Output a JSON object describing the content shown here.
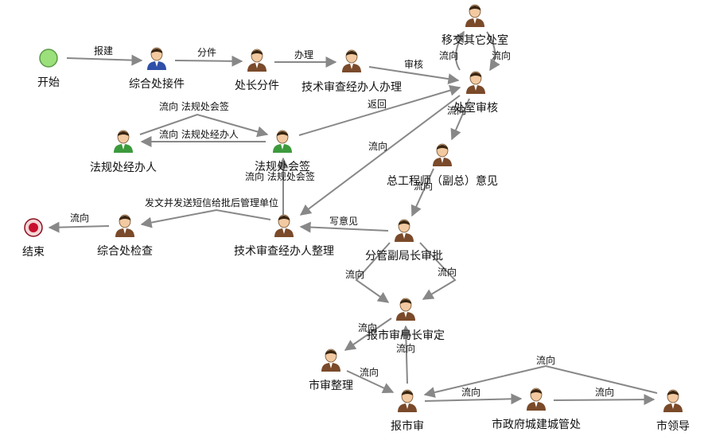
{
  "colors": {
    "edge": "#888888",
    "text": "#111111",
    "start_fill": "#9be07a",
    "end_fill": "#c8102e",
    "person_shirt": "#7a4a2a",
    "person_shirt_blue": "#2f4fa8",
    "person_shirt_green": "#3c9a3c"
  },
  "nodes": {
    "start": {
      "label": "开始",
      "icon": "start-circle-icon"
    },
    "n1": {
      "label": "综合处接件",
      "icon": "person-blue-icon"
    },
    "n2": {
      "label": "处长分件",
      "icon": "person-icon"
    },
    "n3": {
      "label": "技术审查经办人办理",
      "icon": "person-icon"
    },
    "n4": {
      "label": "移交其它处室",
      "icon": "person-icon"
    },
    "n5": {
      "label": "处室审核",
      "icon": "person-icon"
    },
    "n6": {
      "label": "法规处经办人",
      "icon": "person-green-icon"
    },
    "n7": {
      "label": "法规处会签",
      "icon": "person-green-icon"
    },
    "n8": {
      "label": "总工程师（副总）意见",
      "icon": "person-icon"
    },
    "n9": {
      "label": "分管副局长审批",
      "icon": "person-icon"
    },
    "n10": {
      "label": "技术审查经办人整理",
      "icon": "person-icon"
    },
    "n11": {
      "label": "综合处检查",
      "icon": "person-icon"
    },
    "end": {
      "label": "结束",
      "icon": "end-circle-icon"
    },
    "n12": {
      "label": "报市审局长审定",
      "icon": "person-icon"
    },
    "n13": {
      "label": "市审整理",
      "icon": "person-icon"
    },
    "n14": {
      "label": "报市审",
      "icon": "person-icon"
    },
    "n15": {
      "label": "市政府城建城管处",
      "icon": "person-icon"
    },
    "n16": {
      "label": "市领导",
      "icon": "person-icon"
    }
  },
  "edges": {
    "e1": "报建",
    "e2": "分件",
    "e3": "办理",
    "e4": "审核",
    "e5": "流向",
    "e6": "流向",
    "e7": "返回",
    "e8": "流向 法规处会签",
    "e9": "流向 法规处经办人",
    "e10": "流向 法规处会签",
    "e11": "流向",
    "e12": "流向",
    "e13": "流向",
    "e14": "写意见",
    "e15": "发文并发送短信给批后管理单位",
    "e16": "流向",
    "e17": "流向",
    "e18": "流向",
    "e19": "流向",
    "e20": "流向",
    "e21": "流向",
    "e22": "流向",
    "e23": "流向",
    "e24": "流向"
  }
}
